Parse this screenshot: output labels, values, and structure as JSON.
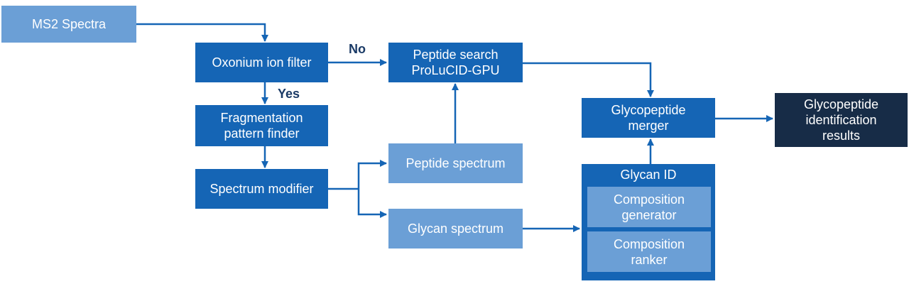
{
  "nodes": {
    "ms2_spectra": "MS2 Spectra",
    "oxonium_filter": "Oxonium ion filter",
    "fragmentation_finder": "Fragmentation\npattern finder",
    "spectrum_modifier": "Spectrum modifier",
    "peptide_search": "Peptide search\nProLuCID-GPU",
    "peptide_spectrum": "Peptide spectrum",
    "glycan_spectrum": "Glycan spectrum",
    "glycopeptide_merger": "Glycopeptide\nmerger",
    "glycan_id": "Glycan ID",
    "composition_generator": "Composition\ngenerator",
    "composition_ranker": "Composition\nranker",
    "results": "Glycopeptide\nidentification\nresults"
  },
  "edge_labels": {
    "no": "No",
    "yes": "Yes"
  },
  "colors": {
    "dark_box": "#1565b5",
    "light_box": "#6b9fd6",
    "result_box": "#172c47",
    "connector": "#1565b5"
  }
}
